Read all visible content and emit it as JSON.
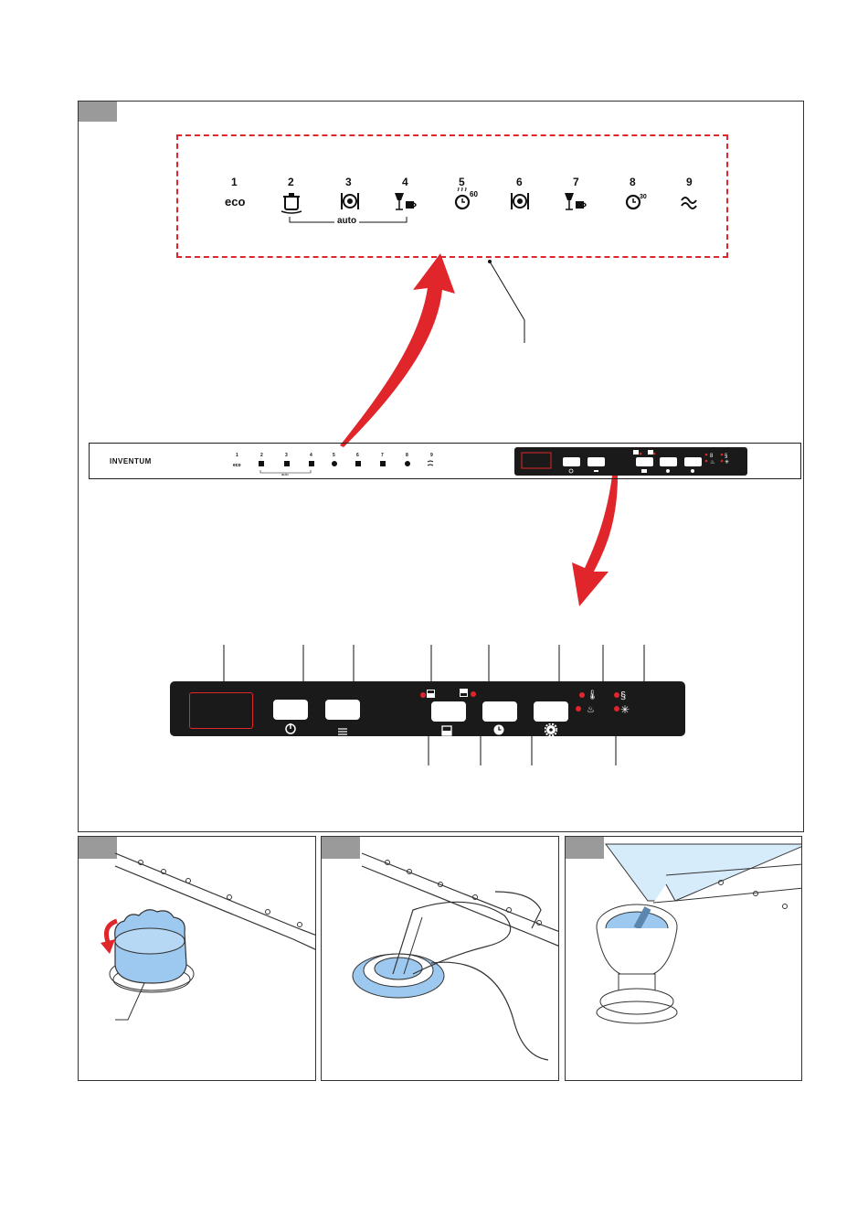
{
  "program_strip": {
    "programs": [
      {
        "number": "1",
        "icon": "eco-text",
        "text": "eco"
      },
      {
        "number": "2",
        "icon": "pot-icon"
      },
      {
        "number": "3",
        "icon": "plate-cutlery-icon"
      },
      {
        "number": "4",
        "icon": "glass-cup-icon"
      },
      {
        "number": "5",
        "icon": "clock-icon",
        "superscript": "60"
      },
      {
        "number": "6",
        "icon": "plate-cutlery-icon"
      },
      {
        "number": "7",
        "icon": "glass-cup-icon"
      },
      {
        "number": "8",
        "icon": "clock-icon",
        "superscript": "30"
      },
      {
        "number": "9",
        "icon": "waves-icon"
      }
    ],
    "auto_label": "auto"
  },
  "appliance_panel": {
    "brand": "INVENTUM",
    "auto_label": "auto"
  },
  "colors": {
    "accent_red": "#e0262b",
    "panel_black": "#1a1a1a",
    "frame_gray": "#9a9a9a",
    "filter_blue": "#9dc8ef"
  },
  "icons": [
    "power-icon",
    "menu-icon",
    "half-load-icon",
    "clock-icon",
    "gear-icon",
    "thermometer-icon",
    "rinse-aid-icon",
    "salt-icon",
    "sparkle-icon",
    "rotate-arrow-icon"
  ]
}
